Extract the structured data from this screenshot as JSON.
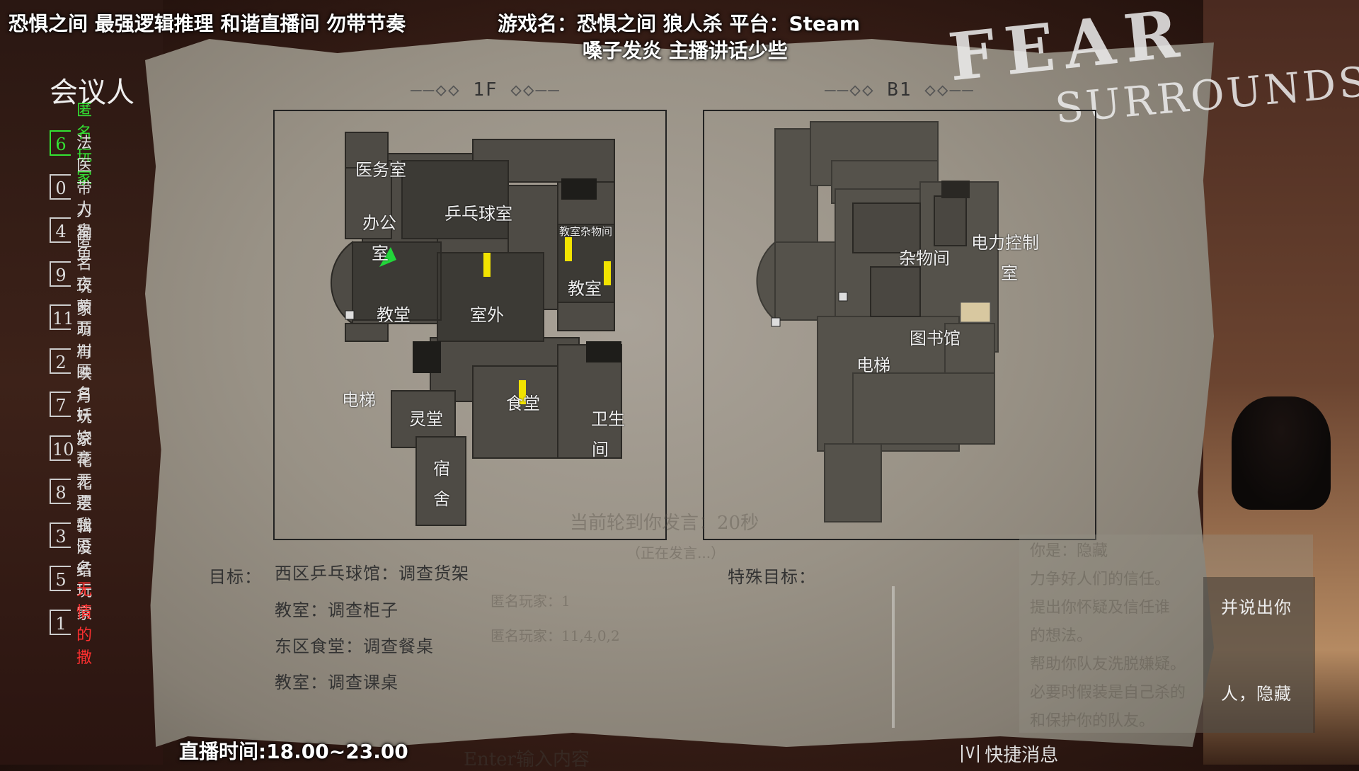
{
  "stream_overlay": {
    "top_left": "恐惧之间 最强逻辑推理 和谐直播间 勿带节奏",
    "top_center_1": "游戏名：恐惧之间 狼人杀  平台：Steam",
    "top_center_2": "嗓子发炎 主播讲话少些",
    "bottom_time": "直播时间:18.00~23.00"
  },
  "logo": {
    "line1": "FEAR",
    "line2": "SURROUNDS"
  },
  "sidebar": {
    "title": "会议人",
    "players": [
      {
        "num": "6",
        "name": "匿名玩家",
        "highlight": true
      },
      {
        "num": "0",
        "name": "法医带刀狗"
      },
      {
        "num": "4",
        "name": "人皇鱼"
      },
      {
        "num": "9",
        "name": "匿名玩家"
      },
      {
        "num": "11",
        "name": "夜萌萌有"
      },
      {
        "num": "2",
        "name": "万川映月"
      },
      {
        "num": "7",
        "name": "匿名玩家"
      },
      {
        "num": "10",
        "name": "妖娆花花"
      },
      {
        "num": "8",
        "name": "毫无逻辑"
      },
      {
        "num": "3",
        "name": "票我没结"
      },
      {
        "num": "5",
        "name": "匿名玩家"
      },
      {
        "num": "1",
        "name": "无情的撒",
        "danger": true
      }
    ]
  },
  "maps": {
    "floor1": {
      "title": "1F",
      "rooms": {
        "infirmary": "医务室",
        "office_1": "办公",
        "office_2": "室",
        "pingpong": "乒乓球室",
        "classroom_storage": "教室杂物间",
        "classroom_right": "教室",
        "church": "教堂",
        "outdoor": "室外",
        "elevator": "电梯",
        "mourning": "灵堂",
        "canteen": "食堂",
        "toilet_1": "卫生",
        "toilet_2": "间",
        "dorm_1": "宿",
        "dorm_2": "舍"
      }
    },
    "basement": {
      "title": "B1",
      "rooms": {
        "storage": "杂物间",
        "power_1": "电力控制",
        "power_2": "室",
        "library": "图书馆",
        "elevator": "电梯"
      }
    }
  },
  "objectives": {
    "label": "目标：",
    "items": [
      "西区乒乓球馆：调查货架",
      "教室：调查柜子",
      "东区食堂：调查餐桌",
      "教室：调查课桌"
    ],
    "special_label": "特殊目标："
  },
  "faded": {
    "turn_notice": "当前轮到你发言：20秒",
    "speaking": "（正在发言...）",
    "vote_1": "匿名玩家：1",
    "vote_2": "匿名玩家：11,4,0,2",
    "role_1": "你是：隐藏",
    "role_2": "力争好人们的信任。",
    "role_3": "提出你怀疑及信任谁",
    "role_4": "的想法。",
    "role_5": "帮助你队友洗脱嫌疑。",
    "role_6": "必要时假装是自己杀的",
    "role_7": "和保护你的队友。"
  },
  "right_text": {
    "line1": "并说出你",
    "line2": "人，隐藏"
  },
  "chat": {
    "placeholder": "Enter输入内容",
    "quick_key": "V",
    "quick_label": "快捷消息"
  },
  "colors": {
    "highlight_green": "#33e233",
    "danger_red": "#ff3030",
    "task_yellow": "#f2e300",
    "player_arrow": "#22d63a"
  }
}
